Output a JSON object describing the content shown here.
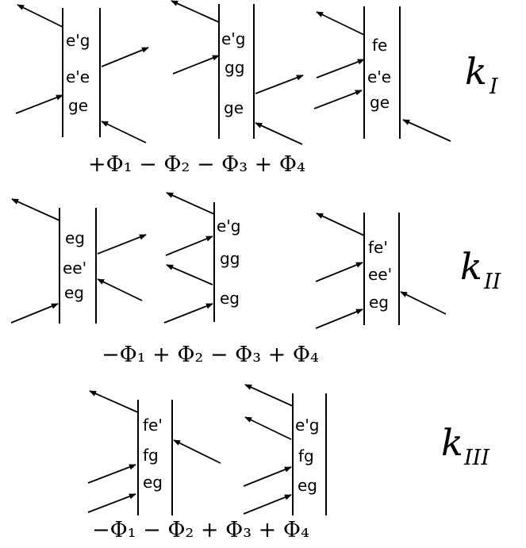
{
  "rows": [
    {
      "name": "k_I",
      "k_label": {
        "main": "k",
        "sub": "I"
      },
      "formula": "+Φ₁ − Φ₂ − Φ₃ + Φ₄",
      "diagrams": [
        {
          "labels": [
            "e'g",
            "e'e",
            "ge"
          ]
        },
        {
          "labels": [
            "e'g",
            "gg",
            "ge"
          ]
        },
        {
          "labels": [
            "fe",
            "e'e",
            "ge"
          ]
        }
      ]
    },
    {
      "name": "k_II",
      "k_label": {
        "main": "k",
        "sub": "II"
      },
      "formula": "−Φ₁ + Φ₂ − Φ₃ + Φ₄",
      "diagrams": [
        {
          "labels": [
            "eg",
            "ee'",
            "eg"
          ]
        },
        {
          "labels": [
            "e'g",
            "gg",
            "eg"
          ]
        },
        {
          "labels": [
            "fe'",
            "ee'",
            "eg"
          ]
        }
      ]
    },
    {
      "name": "k_III",
      "k_label": {
        "main": "k",
        "sub": "III"
      },
      "formula": "−Φ₁ − Φ₂ + Φ₃ + Φ₄",
      "diagrams": [
        {
          "labels": [
            "fe'",
            "fg",
            "eg"
          ]
        },
        {
          "labels": [
            "e'g",
            "fg",
            "eg"
          ]
        }
      ]
    }
  ]
}
